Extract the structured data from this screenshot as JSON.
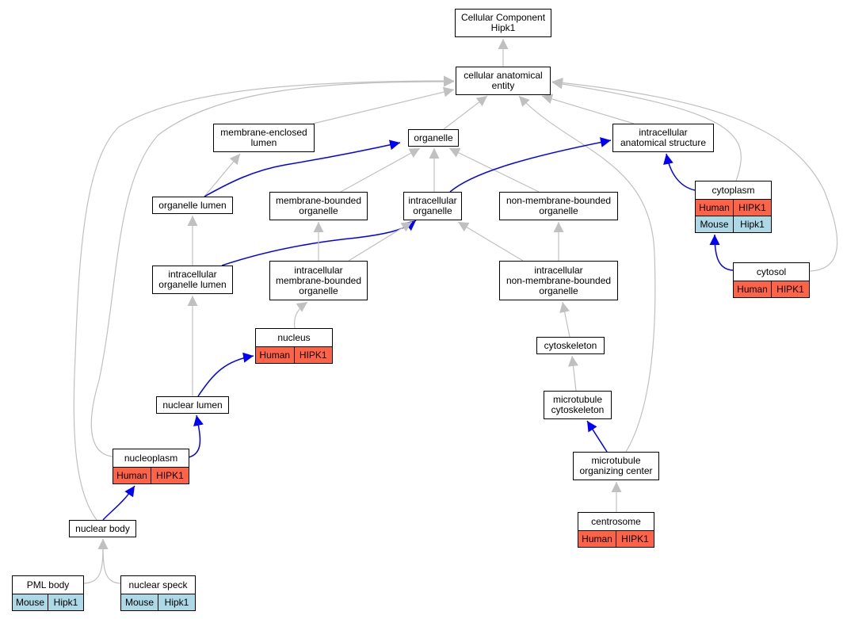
{
  "diagram": {
    "nodes": [
      {
        "id": "root",
        "label": "Cellular Component\nHipk1"
      },
      {
        "id": "cae",
        "label": "cellular anatomical\nentity"
      },
      {
        "id": "mel",
        "label": "membrane-enclosed\nlumen"
      },
      {
        "id": "org",
        "label": "organelle"
      },
      {
        "id": "ias",
        "label": "intracellular\nanatomical structure"
      },
      {
        "id": "ol",
        "label": "organelle lumen"
      },
      {
        "id": "mbo",
        "label": "membrane-bounded\norganelle"
      },
      {
        "id": "io",
        "label": "intracellular\norganelle"
      },
      {
        "id": "nmbo",
        "label": "non-membrane-bounded\norganelle"
      },
      {
        "id": "cyto",
        "label": "cytoplasm",
        "rows": [
          {
            "species": "Human",
            "gene": "HIPK1"
          },
          {
            "species": "Mouse",
            "gene": "Hipk1"
          }
        ]
      },
      {
        "id": "iol",
        "label": "intracellular\norganelle lumen"
      },
      {
        "id": "imbo",
        "label": "intracellular\nmembrane-bounded\norganelle"
      },
      {
        "id": "inmbo",
        "label": "intracellular\nnon-membrane-bounded\norganelle"
      },
      {
        "id": "cytosol",
        "label": "cytosol",
        "rows": [
          {
            "species": "Human",
            "gene": "HIPK1"
          }
        ]
      },
      {
        "id": "nucleus",
        "label": "nucleus",
        "rows": [
          {
            "species": "Human",
            "gene": "HIPK1"
          }
        ]
      },
      {
        "id": "cytosk",
        "label": "cytoskeleton"
      },
      {
        "id": "nl",
        "label": "nuclear lumen"
      },
      {
        "id": "mtcs",
        "label": "microtubule\ncytoskeleton"
      },
      {
        "id": "np",
        "label": "nucleoplasm",
        "rows": [
          {
            "species": "Human",
            "gene": "HIPK1"
          }
        ]
      },
      {
        "id": "mtoc",
        "label": "microtubule\norganizing center"
      },
      {
        "id": "nb",
        "label": "nuclear body"
      },
      {
        "id": "centro",
        "label": "centrosome",
        "rows": [
          {
            "species": "Human",
            "gene": "HIPK1"
          }
        ]
      },
      {
        "id": "pml",
        "label": "PML body",
        "rows": [
          {
            "species": "Mouse",
            "gene": "Hipk1"
          }
        ]
      },
      {
        "id": "nspeck",
        "label": "nuclear speck",
        "rows": [
          {
            "species": "Mouse",
            "gene": "Hipk1"
          }
        ]
      }
    ],
    "edges": [
      {
        "from": "cae",
        "to": "root",
        "type": "is_a"
      },
      {
        "from": "mel",
        "to": "cae",
        "type": "is_a"
      },
      {
        "from": "org",
        "to": "cae",
        "type": "is_a"
      },
      {
        "from": "ias",
        "to": "cae",
        "type": "is_a"
      },
      {
        "from": "cyto",
        "to": "cae",
        "type": "is_a"
      },
      {
        "from": "cytosol",
        "to": "cae",
        "type": "is_a"
      },
      {
        "from": "mtoc",
        "to": "cae",
        "type": "is_a"
      },
      {
        "from": "np",
        "to": "cae",
        "type": "is_a"
      },
      {
        "from": "nb",
        "to": "cae",
        "type": "is_a"
      },
      {
        "from": "ol",
        "to": "mel",
        "type": "is_a"
      },
      {
        "from": "ol",
        "to": "org",
        "type": "part_of"
      },
      {
        "from": "mbo",
        "to": "org",
        "type": "is_a"
      },
      {
        "from": "io",
        "to": "org",
        "type": "is_a"
      },
      {
        "from": "nmbo",
        "to": "org",
        "type": "is_a"
      },
      {
        "from": "io",
        "to": "ias",
        "type": "part_of"
      },
      {
        "from": "cyto",
        "to": "ias",
        "type": "part_of"
      },
      {
        "from": "iol",
        "to": "ol",
        "type": "is_a"
      },
      {
        "from": "iol",
        "to": "io",
        "type": "part_of"
      },
      {
        "from": "imbo",
        "to": "mbo",
        "type": "is_a"
      },
      {
        "from": "imbo",
        "to": "io",
        "type": "is_a"
      },
      {
        "from": "inmbo",
        "to": "nmbo",
        "type": "is_a"
      },
      {
        "from": "inmbo",
        "to": "io",
        "type": "is_a"
      },
      {
        "from": "cytosol",
        "to": "cyto",
        "type": "part_of"
      },
      {
        "from": "nucleus",
        "to": "imbo",
        "type": "is_a"
      },
      {
        "from": "nl",
        "to": "iol",
        "type": "is_a"
      },
      {
        "from": "nl",
        "to": "nucleus",
        "type": "part_of"
      },
      {
        "from": "cytosk",
        "to": "inmbo",
        "type": "is_a"
      },
      {
        "from": "mtcs",
        "to": "cytosk",
        "type": "is_a"
      },
      {
        "from": "mtoc",
        "to": "mtcs",
        "type": "part_of"
      },
      {
        "from": "np",
        "to": "nl",
        "type": "part_of"
      },
      {
        "from": "nb",
        "to": "np",
        "type": "part_of"
      },
      {
        "from": "centro",
        "to": "mtoc",
        "type": "is_a"
      },
      {
        "from": "pml",
        "to": "nb",
        "type": "is_a"
      },
      {
        "from": "nspeck",
        "to": "nb",
        "type": "is_a"
      }
    ],
    "colors": {
      "is_a": "#c0c0c0",
      "part_of": "#0000ff",
      "human": "#ff6347",
      "mouse": "#add8e6"
    }
  }
}
